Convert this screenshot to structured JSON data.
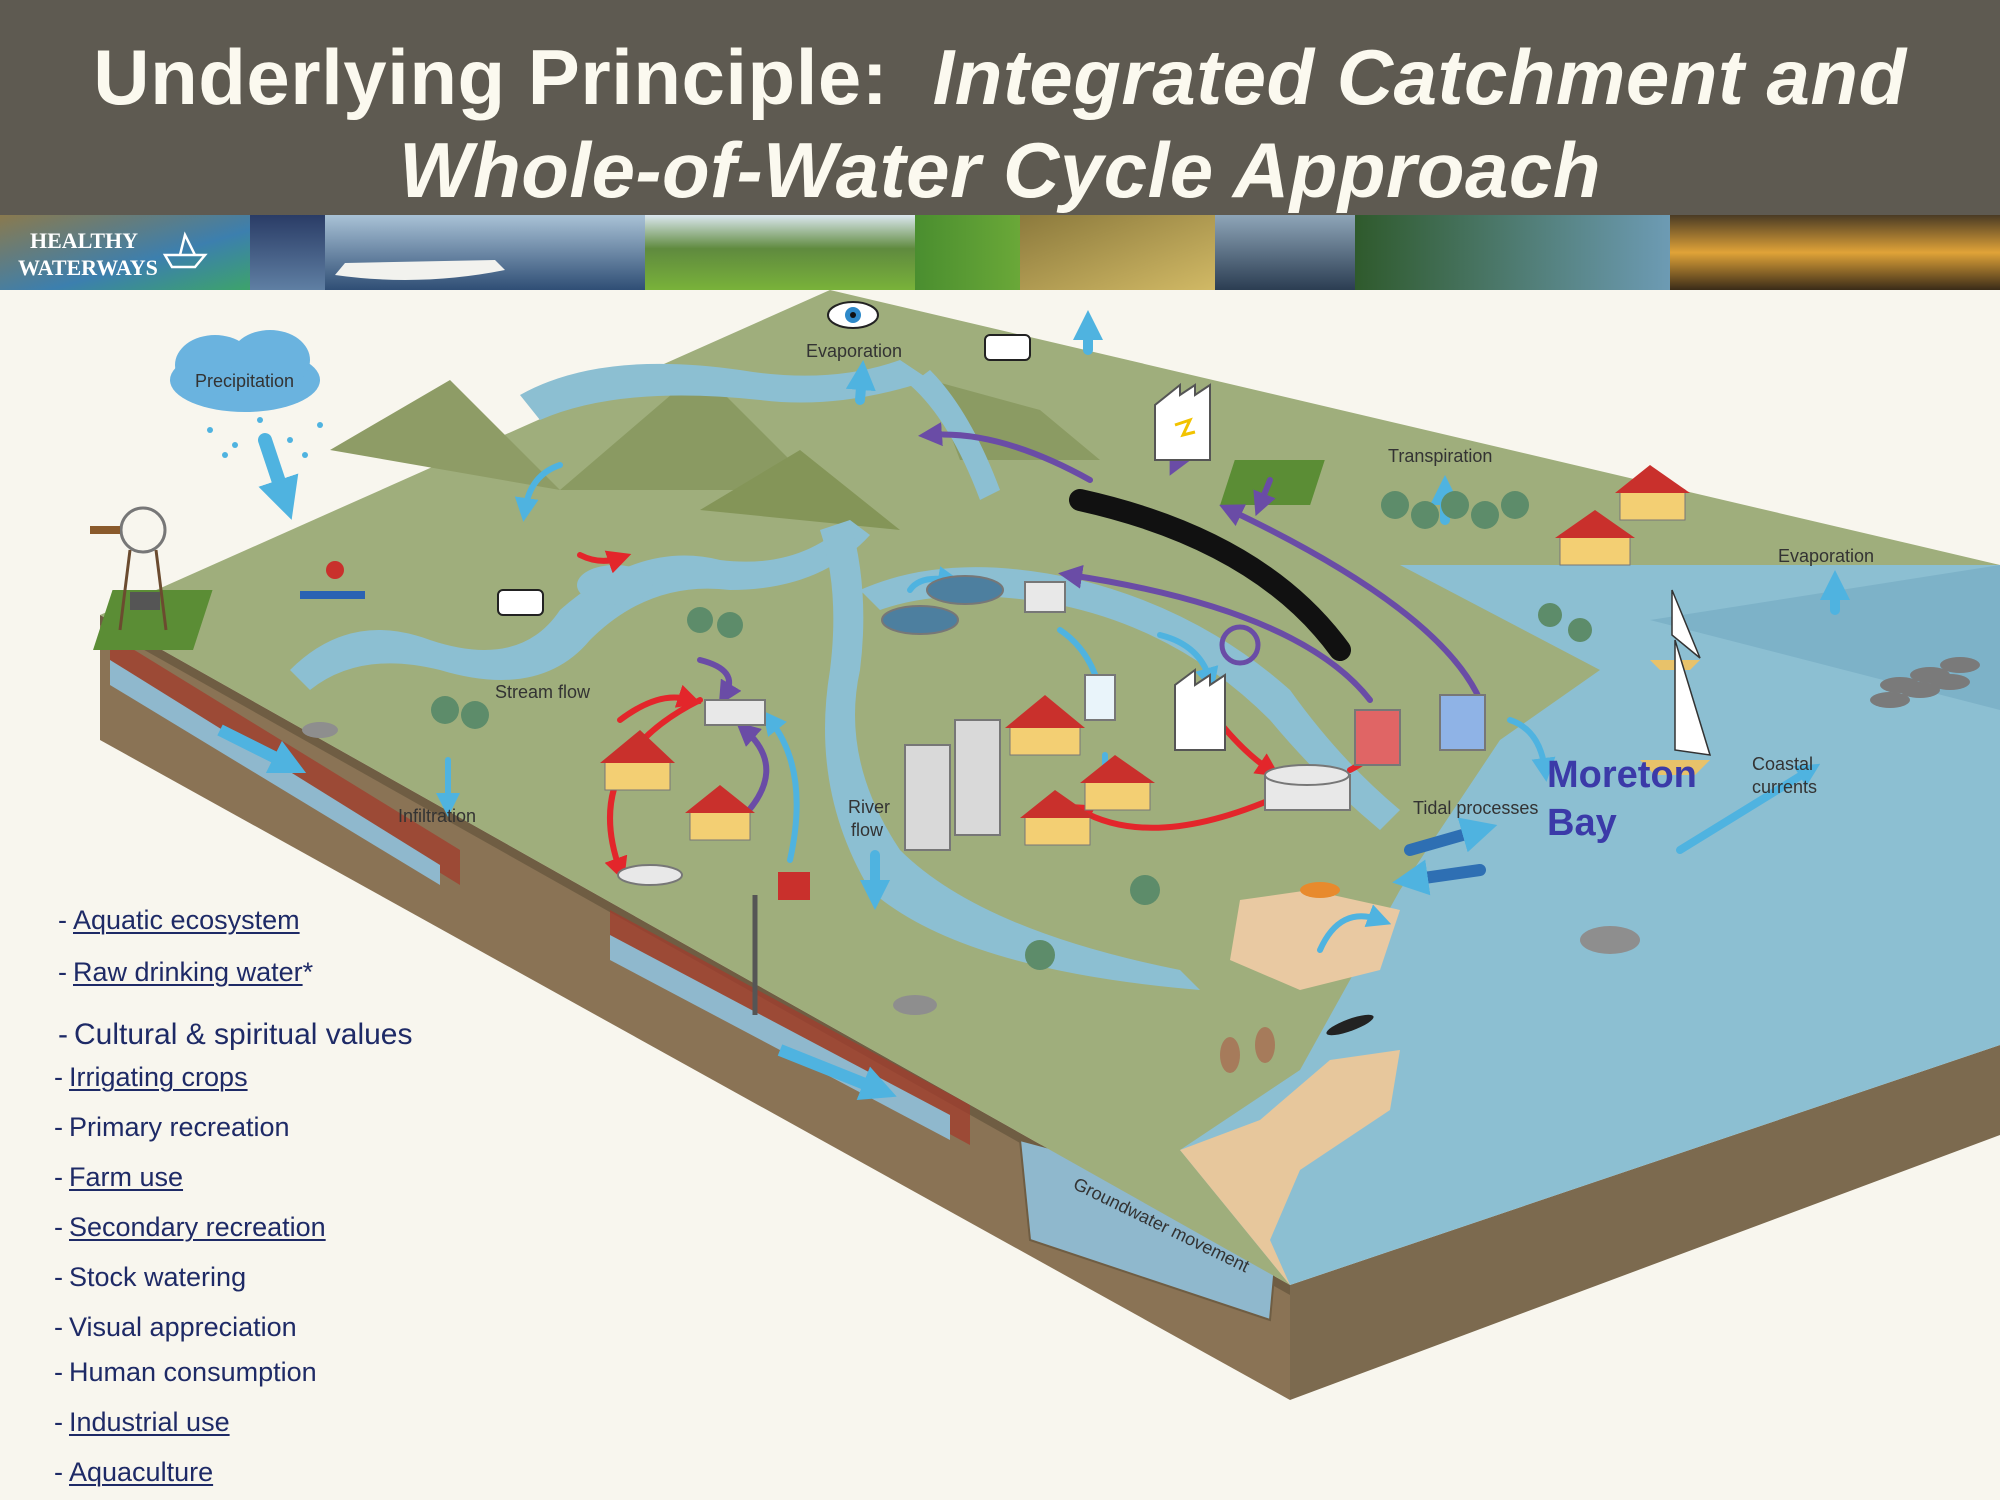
{
  "title": {
    "prefix": "Underlying Principle:",
    "line1_italic": "Integrated Catchment and",
    "line2_italic": "Whole-of-Water Cycle Approach"
  },
  "banner": {
    "logo_line1": "HEALTHY",
    "logo_line2": "WATERWAYS"
  },
  "diagram_labels": {
    "precipitation": "Precipitation",
    "evaporation_top": "Evaporation",
    "transpiration": "Transpiration",
    "evaporation_right": "Evaporation",
    "stream_flow": "Stream flow",
    "infiltration": "Infiltration",
    "river_flow_1": "River",
    "river_flow_2": "flow",
    "tidal_processes": "Tidal processes",
    "moreton_1": "Moreton",
    "moreton_2": "Bay",
    "coastal_1": "Coastal",
    "coastal_2": "currents",
    "groundwater": "Groundwater movement"
  },
  "legend": [
    {
      "dash": "-",
      "text": "Aquatic ecosystem",
      "underline": true
    },
    {
      "dash": "-",
      "text": "Raw drinking water",
      "suffix": "*",
      "underline": true
    },
    {
      "dash": "-",
      "text": "Cultural & spiritual values",
      "underline": false
    },
    {
      "dash": "-",
      "text": "Irrigating crops",
      "underline": true
    },
    {
      "dash": "-",
      "text": "Primary recreation",
      "underline": false
    },
    {
      "dash": "-",
      "text": "Farm use",
      "underline": true
    },
    {
      "dash": "-",
      "text": "Secondary recreation",
      "underline": true
    },
    {
      "dash": "-",
      "text": "Stock watering",
      "underline": false
    },
    {
      "dash": "-",
      "text": "Visual appreciation",
      "underline": false
    },
    {
      "dash": "-",
      "text": "Human consumption",
      "underline": false
    },
    {
      "dash": "-",
      "text": "Industrial use",
      "underline": true
    },
    {
      "dash": "-",
      "text": "Aquaculture",
      "underline": true
    }
  ],
  "colors": {
    "header": "#5e5a51",
    "background": "#f8f6ee",
    "legend_text": "#1e2a66",
    "water": "#8cbfd2",
    "land": "#9fae7c",
    "soil": "#8a7355",
    "arrow_blue": "#4fb3e0",
    "arrow_red": "#e3262b",
    "arrow_purple": "#6a4ca6"
  }
}
